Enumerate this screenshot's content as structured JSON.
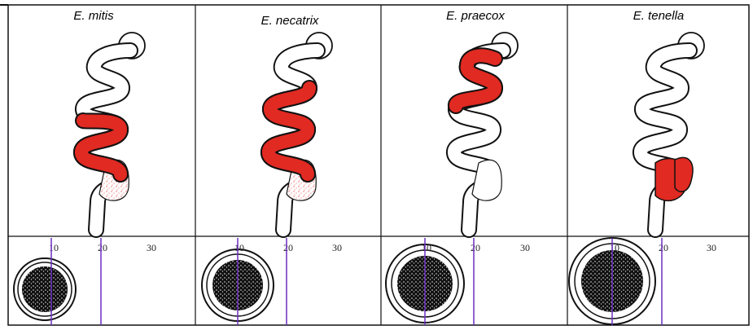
{
  "panels": [
    {
      "title": "E. mitis",
      "infection_zone": "lower-small-intestine"
    },
    {
      "title": "E. necatrix",
      "infection_zone": "mid-small-intestine"
    },
    {
      "title": "E. praecox",
      "infection_zone": "upper-small-intestine"
    },
    {
      "title": "E. tenella",
      "infection_zone": "ceca"
    }
  ],
  "scale": {
    "ticks": [
      "10",
      "20",
      "30"
    ],
    "marked": [
      "10",
      "20"
    ]
  },
  "colors": {
    "lesion": "#e02a22",
    "marker": "#6a2ec0",
    "outline": "#111111",
    "speckle": "#e02a22"
  },
  "oocysts": [
    {
      "species": "E. mitis",
      "relative_size": 1.0
    },
    {
      "species": "E. necatrix",
      "relative_size": 1.1
    },
    {
      "species": "E. praecox",
      "relative_size": 1.2
    },
    {
      "species": "E. tenella",
      "relative_size": 1.3
    }
  ]
}
